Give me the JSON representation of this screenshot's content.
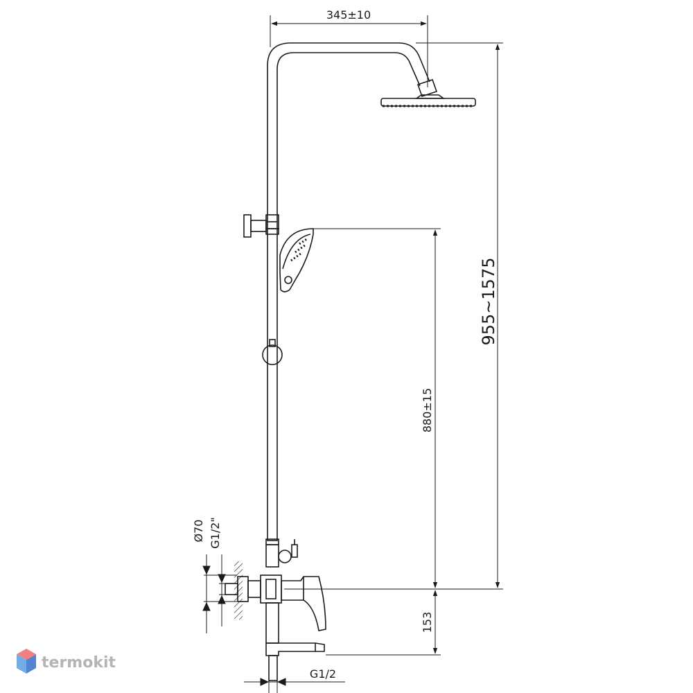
{
  "dimensions": {
    "top_width": "345±10",
    "total_height": "955~1575",
    "holder_height": "880±15",
    "spout_height": "153",
    "flange_diameter": "Ø70",
    "inlet_thread": "G1/2\"",
    "bottom_thread": "G1/2"
  },
  "watermark": {
    "brand": "termokit",
    "colors": {
      "top": "#f06a6a",
      "left": "#5a9fe0",
      "right": "#3a6fc8"
    }
  },
  "colors": {
    "line": "#1a1a1a",
    "hatch": "#1a1a1a"
  }
}
